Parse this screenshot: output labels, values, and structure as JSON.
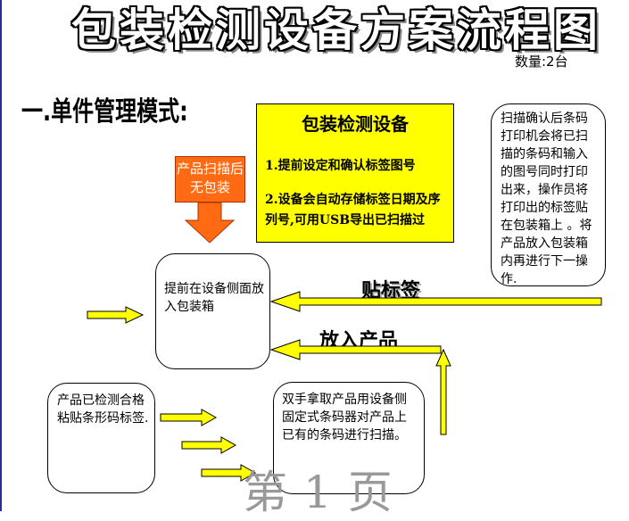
{
  "title": "包装检测设备方案流程图",
  "quantity": "数量:2台",
  "section_heading": "一.单件管理模式:",
  "device_box": {
    "title": "包装检测设备",
    "step1": "1.提前设定和确认标签图号",
    "step2": "2.设备会自动存储标签日期及序列号,可用USB导出已扫描过"
  },
  "hint_box": "产品扫描后无包装",
  "note_box": "扫描确认后条码打印机会将已扫描的条码和输入的图号同时打印出来，操作员将打印出的标签贴在包装箱上 。将产品放入包装箱内再进行下一操作.",
  "prepare_box": "提前在设备侧面放入包装箱",
  "checked_box": "产品已检测合格粘贴条形码标签.",
  "scan_box": "双手拿取产品用设备侧固定式条码器对产品上已有的条码进行扫描。",
  "label_stick": "贴标签",
  "label_put": "放入产品",
  "page_mark": "第1页",
  "colors": {
    "device_fill": "#ffff00",
    "arrow_fill": "#ffff00",
    "hint_fill": "#ff6a12",
    "line": "#000000"
  }
}
